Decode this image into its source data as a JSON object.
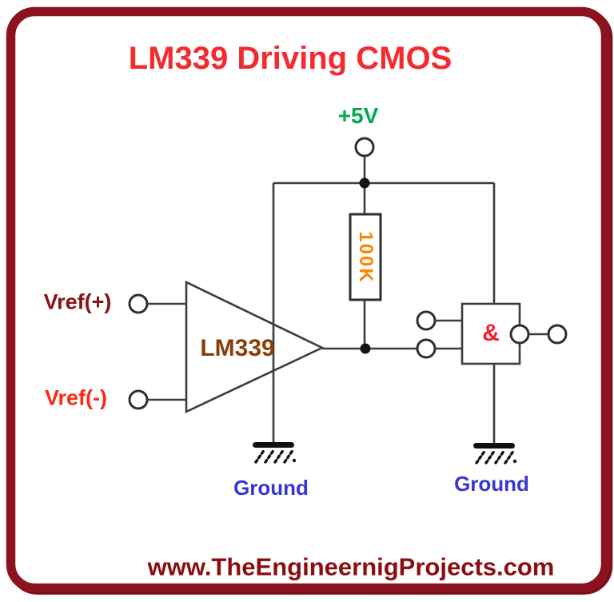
{
  "frame": {
    "border_color": "#8d1220",
    "background_color": "#ffffff"
  },
  "title": {
    "text": "LM339 Driving CMOS",
    "color": "#f42a2e"
  },
  "power": {
    "label": "+5V",
    "color": "#00a94f"
  },
  "resistor": {
    "value": "100K",
    "color": "#ff8400"
  },
  "comparator": {
    "label": "LM339",
    "label_color": "#8a3d06",
    "input_positive": {
      "label": "Vref(+)",
      "color": "#8b1212"
    },
    "input_negative": {
      "label": "Vref(-)",
      "color": "#fb2a17"
    }
  },
  "logic_gate": {
    "symbol": "&",
    "color": "#f3202b"
  },
  "ground_left": {
    "label": "Ground",
    "color": "#3934d4"
  },
  "ground_right": {
    "label": "Ground",
    "color": "#3934d4"
  },
  "footer": {
    "text": "www.TheEngineernigProjects.com",
    "color": "#8b0d12"
  }
}
